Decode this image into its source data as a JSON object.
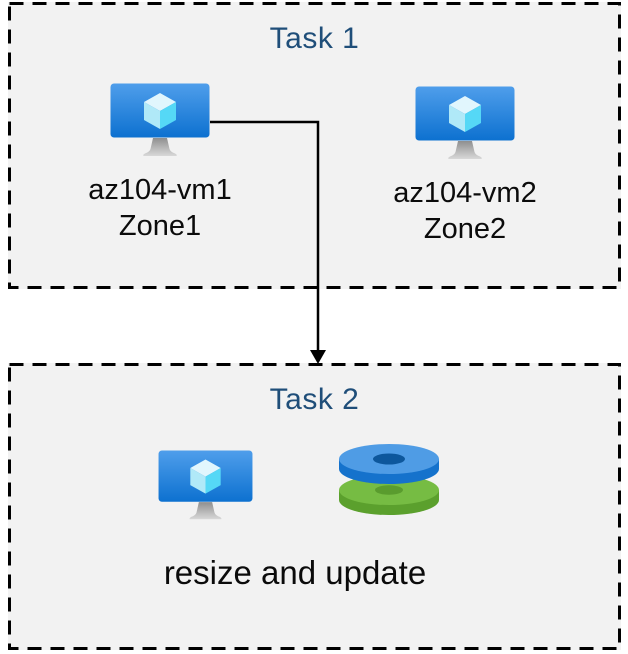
{
  "task1": {
    "title": "Task 1",
    "vm1": {
      "name": "az104-vm1",
      "zone": "Zone1"
    },
    "vm2": {
      "name": "az104-vm2",
      "zone": "Zone2"
    }
  },
  "task2": {
    "title": "Task 2",
    "caption": "resize and update"
  },
  "icons": {
    "vm1": "virtual-machine-icon",
    "vm2": "virtual-machine-icon",
    "task2_vm": "virtual-machine-icon",
    "task2_disks": "disks-icon",
    "connector": "arrow-down-icon"
  },
  "colors": {
    "box_fill": "#f2f2f2",
    "box_border": "#000000",
    "task_title": "#1f4e79",
    "label_text": "#0b0b0b",
    "vm_screen_top": "#4f9eeb",
    "vm_screen_bottom": "#0d71d0",
    "cube_top": "#e1f6fd",
    "cube_left": "#b0e9f8",
    "cube_right": "#55d8f6",
    "disk_blue_top": "#4f9ce5",
    "disk_blue_side": "#1572cc",
    "disk_blue_hole": "#0d579c",
    "disk_green_top": "#76bc43",
    "disk_green_side": "#5ba02d",
    "disk_green_hole": "#5a9c2e",
    "arrow": "#000000"
  }
}
